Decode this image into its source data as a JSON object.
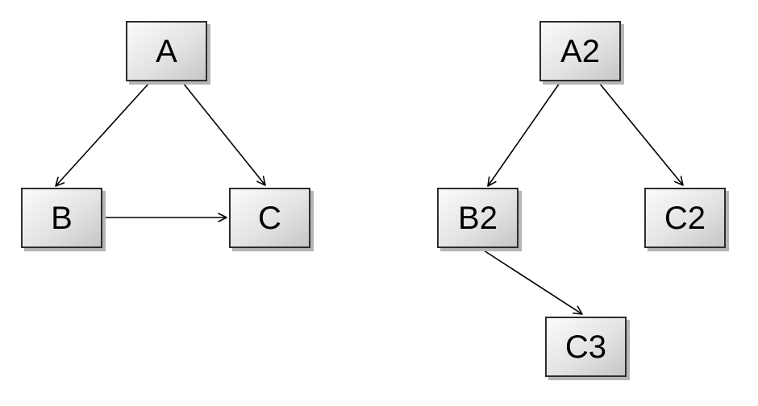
{
  "canvas": {
    "background": "#ffffff"
  },
  "style": {
    "node_fill_top": "#fbfbfb",
    "node_fill_bottom": "#c6c6c6",
    "node_border": "#2d2d2d",
    "node_shadow": "#b5b5b5",
    "edge_color": "#000000",
    "text_color": "#000000"
  },
  "diagrams": [
    {
      "name": "left-graph",
      "nodes": [
        {
          "id": "A",
          "label": "A"
        },
        {
          "id": "B",
          "label": "B"
        },
        {
          "id": "C",
          "label": "C"
        }
      ],
      "edges": [
        {
          "from": "A",
          "to": "B",
          "arrow": "open"
        },
        {
          "from": "A",
          "to": "C",
          "arrow": "open"
        },
        {
          "from": "B",
          "to": "C",
          "arrow": "open"
        }
      ]
    },
    {
      "name": "right-graph",
      "nodes": [
        {
          "id": "A2",
          "label": "A2"
        },
        {
          "id": "B2",
          "label": "B2"
        },
        {
          "id": "C2",
          "label": "C2"
        },
        {
          "id": "C3",
          "label": "C3"
        }
      ],
      "edges": [
        {
          "from": "A2",
          "to": "B2",
          "arrow": "open"
        },
        {
          "from": "A2",
          "to": "C2",
          "arrow": "open"
        },
        {
          "from": "B2",
          "to": "C3",
          "arrow": "open"
        }
      ]
    }
  ]
}
